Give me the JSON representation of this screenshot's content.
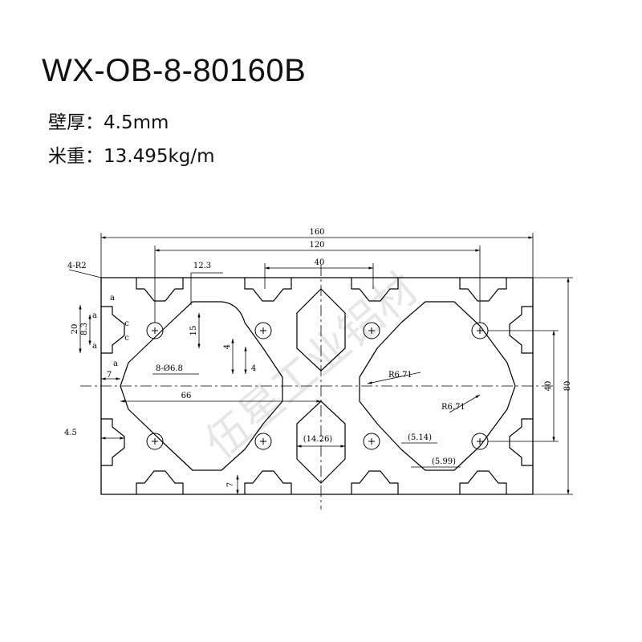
{
  "title": "WX-OB-8-80160B",
  "specs": {
    "wall_thickness": "壁厚：4.5mm",
    "weight_per_meter": "米重：13.495kg/m"
  },
  "dimensions": {
    "total_width": "160",
    "hole_span": "120",
    "top_width": "40",
    "total_height": "80",
    "hole_height": "40",
    "slot_opening": "12.3",
    "slot_depth": "15",
    "corner_radius": "4-R2",
    "slot_width_20": "20",
    "slot_width_8": "8.3",
    "small_4a": "4",
    "small_4b": "4",
    "holes": "8-Ø6.8",
    "radius_a": "R6.71",
    "radius_b": "R6.71",
    "offset_7": "7",
    "half_width": "66",
    "wall": "4.5",
    "lower_7": "7",
    "inner_gap": "(14.26)",
    "chamfer_a": "(5.14)",
    "chamfer_b": "(5.99)",
    "letter_a1": "a",
    "letter_a2": "a",
    "letter_a3": "a",
    "letter_a4": "a",
    "letter_c1": "c",
    "letter_c2": "c"
  },
  "watermark": "伍星工业铝材",
  "colors": {
    "line": "#000000",
    "text": "#111111",
    "watermark": "#c9c9c9"
  }
}
